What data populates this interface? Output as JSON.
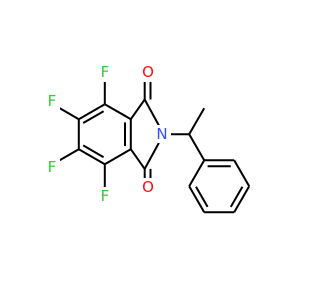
{
  "molecule": {
    "colors": {
      "bond": "#000000",
      "fluorine": "#33cc33",
      "oxygen": "#ff0d0d",
      "nitrogen": "#3050f8",
      "background": "#ffffff"
    },
    "atoms": {
      "F_top": "F",
      "F_upper_left": "F",
      "F_lower_left": "F",
      "F_bottom": "F",
      "O_top": "O",
      "O_bottom": "O",
      "N": "N"
    }
  }
}
